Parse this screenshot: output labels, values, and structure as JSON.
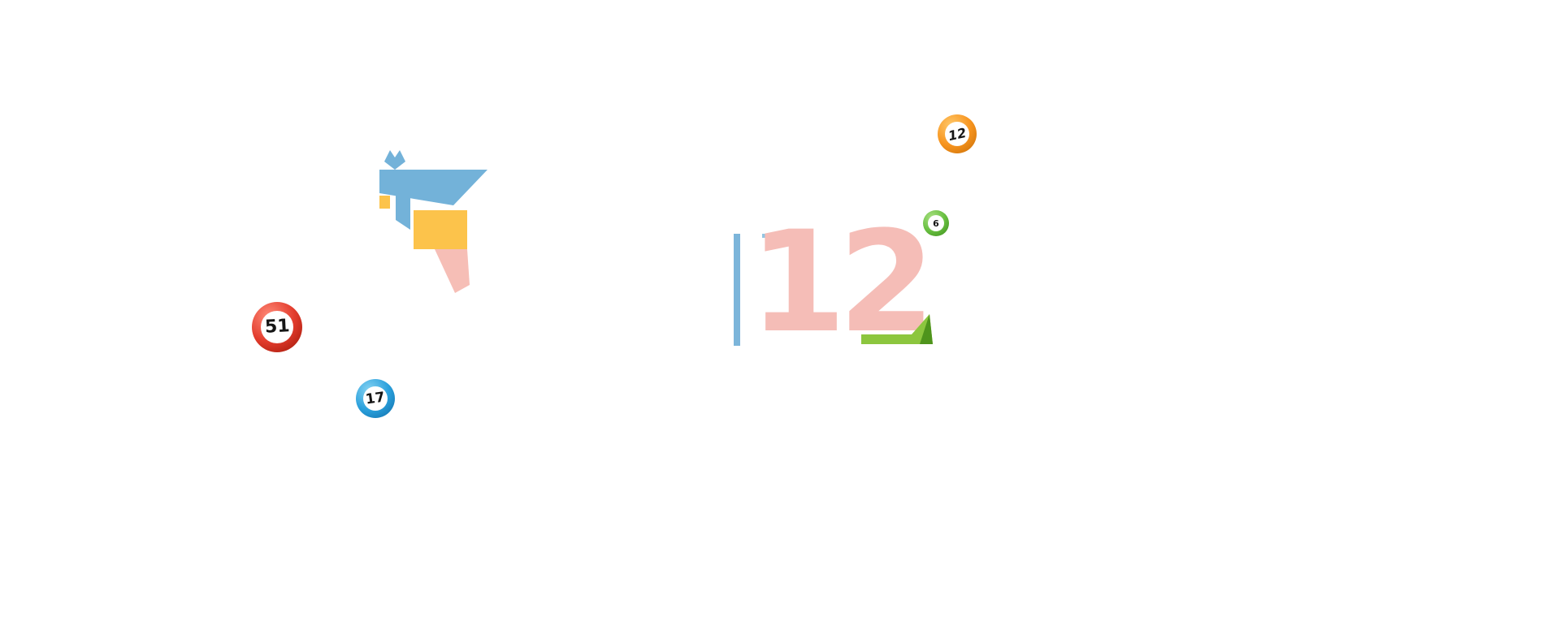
{
  "page": {
    "background": "#ffffff"
  },
  "bird_logo": {
    "blue": "#73b2d9",
    "yellow": "#fcc34b",
    "pink": "#f6beb6"
  },
  "big_number": {
    "text": "12",
    "pink": "#f5bdb7",
    "blue_bar": "#7cb5da",
    "blue_line": "#94c5e2",
    "green": "#8cc63e",
    "green_dark": "#4f941c"
  },
  "balls": [
    {
      "number": "51",
      "light": "#ff8a78",
      "base": "#e23b2c",
      "dark": "#9a1506"
    },
    {
      "number": "17",
      "light": "#84d2f2",
      "base": "#2aa0dc",
      "dark": "#0d6aa6"
    },
    {
      "number": "12",
      "light": "#ffc869",
      "base": "#f7941e",
      "dark": "#c46a04"
    },
    {
      "number": "6",
      "light": "#a8e081",
      "base": "#68bf40",
      "dark": "#3a8a18"
    }
  ]
}
